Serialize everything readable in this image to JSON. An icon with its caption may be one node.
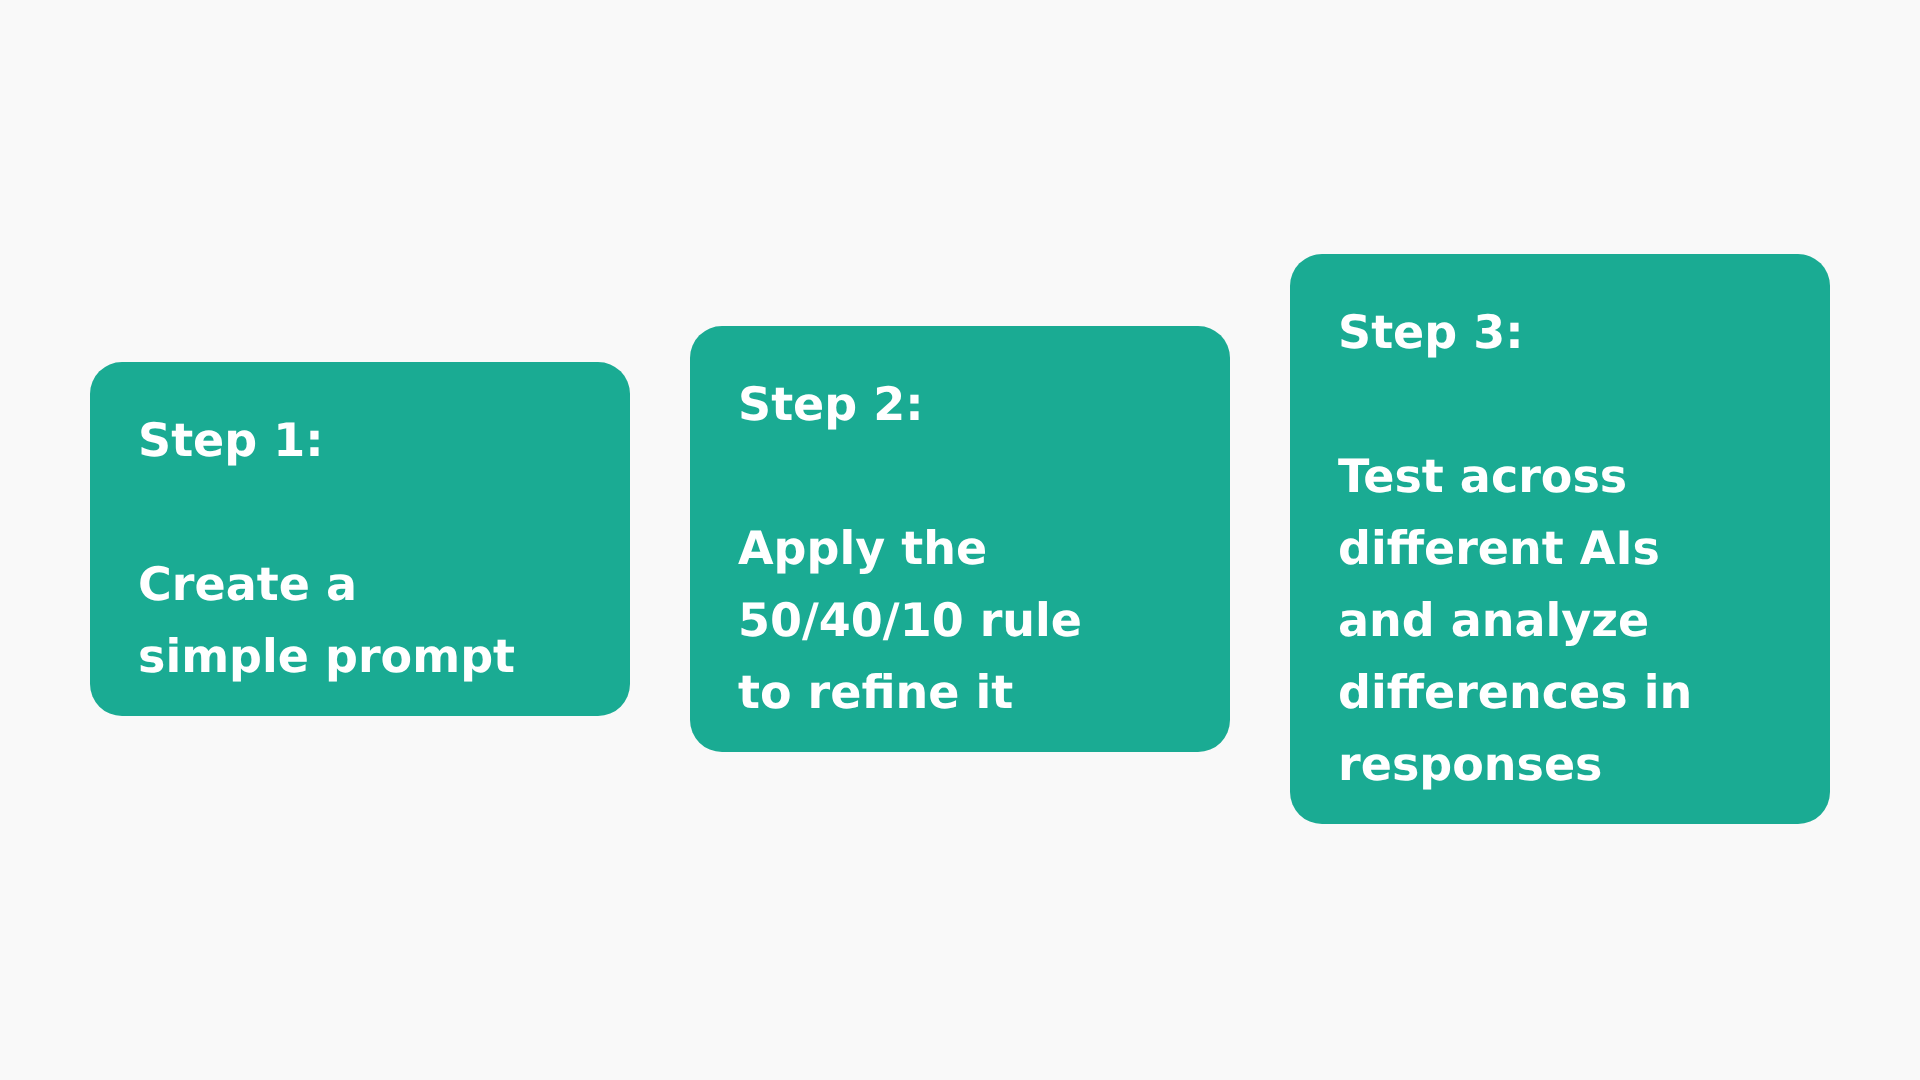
{
  "diagram": {
    "nodes": [
      {
        "text": [
          "Step 1:",
          "Create a simple prompt"
        ]
      },
      {
        "text": [
          "Step 2:",
          "Apply the 50/40/10 rule to refine it"
        ]
      },
      {
        "text": [
          "Step 3:",
          "Test across different AIs and analyze differences in responses"
        ]
      }
    ]
  }
}
